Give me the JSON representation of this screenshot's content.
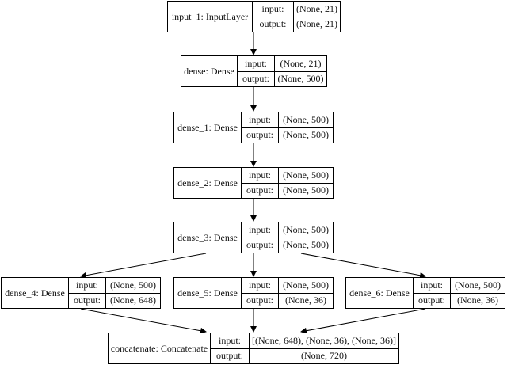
{
  "nodes": [
    {
      "id": "input_1",
      "name": "input_1: InputLayer",
      "input": "(None, 21)",
      "output": "(None, 21)"
    },
    {
      "id": "dense",
      "name": "dense: Dense",
      "input": "(None, 21)",
      "output": "(None, 500)"
    },
    {
      "id": "dense_1",
      "name": "dense_1: Dense",
      "input": "(None, 500)",
      "output": "(None, 500)"
    },
    {
      "id": "dense_2",
      "name": "dense_2: Dense",
      "input": "(None, 500)",
      "output": "(None, 500)"
    },
    {
      "id": "dense_3",
      "name": "dense_3: Dense",
      "input": "(None, 500)",
      "output": "(None, 500)"
    },
    {
      "id": "dense_4",
      "name": "dense_4: Dense",
      "input": "(None, 500)",
      "output": "(None, 648)"
    },
    {
      "id": "dense_5",
      "name": "dense_5: Dense",
      "input": "(None, 500)",
      "output": "(None, 36)"
    },
    {
      "id": "dense_6",
      "name": "dense_6: Dense",
      "input": "(None, 500)",
      "output": "(None, 36)"
    },
    {
      "id": "concatenate",
      "name": "concatenate: Concatenate",
      "input": "[(None, 648), (None, 36), (None, 36)]",
      "output": "(None, 720)"
    }
  ],
  "labels": {
    "input": "input:",
    "output": "output:"
  },
  "edges": [
    [
      "input_1",
      "dense"
    ],
    [
      "dense",
      "dense_1"
    ],
    [
      "dense_1",
      "dense_2"
    ],
    [
      "dense_2",
      "dense_3"
    ],
    [
      "dense_3",
      "dense_4"
    ],
    [
      "dense_3",
      "dense_5"
    ],
    [
      "dense_3",
      "dense_6"
    ],
    [
      "dense_4",
      "concatenate"
    ],
    [
      "dense_5",
      "concatenate"
    ],
    [
      "dense_6",
      "concatenate"
    ]
  ]
}
